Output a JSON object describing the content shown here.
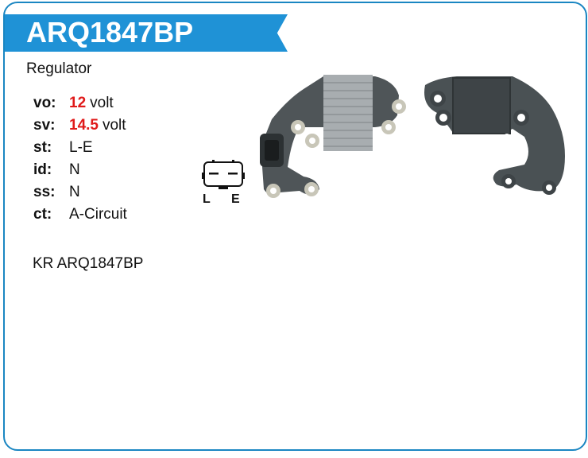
{
  "header": {
    "part_number": "ARQ1847BP"
  },
  "product": {
    "type": "Regulator",
    "specs": [
      {
        "key": "vo:",
        "value": "12",
        "unit": "volt",
        "highlight": true
      },
      {
        "key": "sv:",
        "value": "14.5",
        "unit": "volt",
        "highlight": true
      },
      {
        "key": "st:",
        "value": "L-E",
        "unit": "",
        "highlight": false
      },
      {
        "key": "id:",
        "value": "N",
        "unit": "",
        "highlight": false
      },
      {
        "key": "ss:",
        "value": "N",
        "unit": "",
        "highlight": false
      },
      {
        "key": "ct:",
        "value": "A-Circuit",
        "unit": "",
        "highlight": false
      }
    ],
    "cross_reference": "KR ARQ1847BP"
  },
  "connector_diagram": {
    "pins": [
      "L",
      "E"
    ]
  },
  "colors": {
    "accent": "#1f92d6",
    "border": "#1a86c2",
    "highlight": "#e01a1a"
  },
  "images": {
    "front": "regulator-front-photo",
    "back": "regulator-back-photo"
  }
}
